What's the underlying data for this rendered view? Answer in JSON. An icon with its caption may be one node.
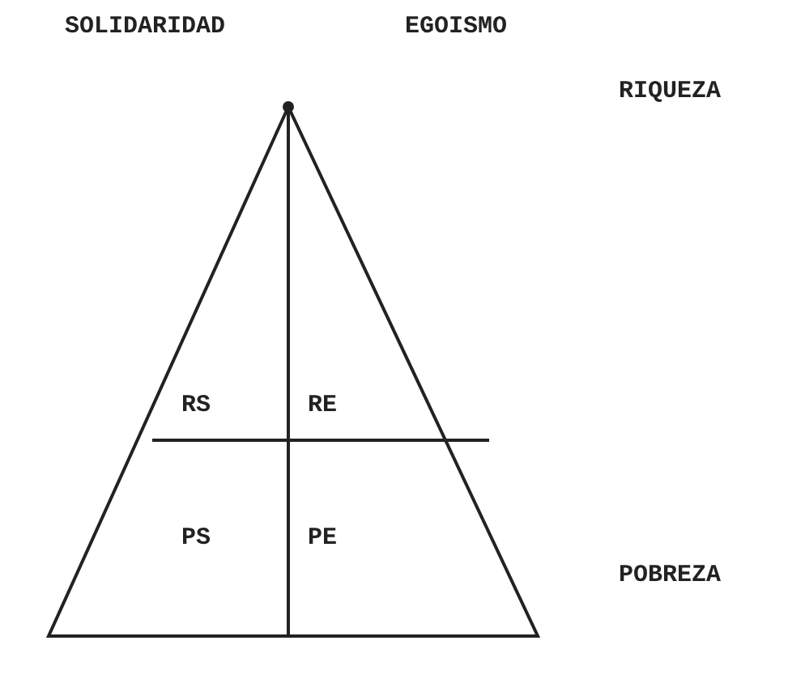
{
  "diagram": {
    "labels": [
      "SOLIDARIDAD",
      "EGOISMO",
      "RIQUEZA",
      "RS",
      "RE",
      "PS",
      "PE",
      "POBREZA"
    ]
  }
}
